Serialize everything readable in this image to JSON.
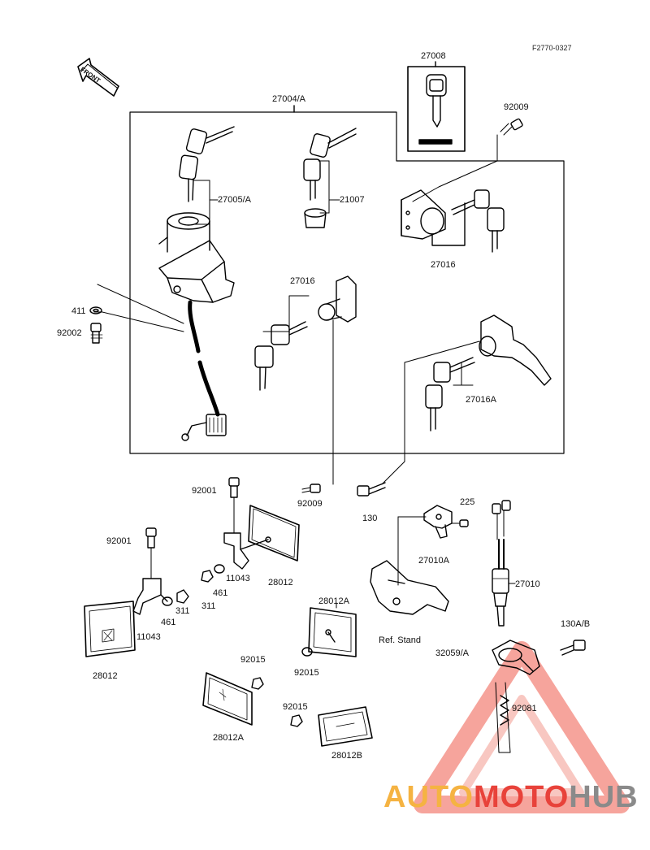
{
  "figure_code": "F2770-0327",
  "front_arrow": "FRONT",
  "parts": {
    "p27004A": "27004/A",
    "p27008": "27008",
    "p92009_top": "92009",
    "p27005A": "27005/A",
    "p21007": "21007",
    "p27016_top": "27016",
    "p411": "411",
    "p92002": "92002",
    "p27016_mid": "27016",
    "p27016A": "27016A",
    "p92001_a": "92001",
    "p92001_b": "92001",
    "p92009_low": "92009",
    "p130": "130",
    "p225": "225",
    "p27010A": "27010A",
    "p27010": "27010",
    "p11043_a": "11043",
    "p28012_a": "28012",
    "p461_a": "461",
    "p311_a": "311",
    "p461_b": "461",
    "p311_b": "311",
    "p11043_b": "11043",
    "p28012_b": "28012",
    "p28012A_a": "28012A",
    "p92015_a": "92015",
    "p92015_b": "92015",
    "p92015_c": "92015",
    "p28012A_b": "28012A",
    "p28012B": "28012B",
    "ref_stand": "Ref. Stand",
    "p130AB": "130A/B",
    "p32059A": "32059/A",
    "p92081": "92081"
  },
  "watermark": {
    "part1": "AUTO",
    "part2": "MOTO",
    "part3": "HUB",
    "color_orange": "#f5b342",
    "color_red": "#e8423a",
    "color_gray": "#8a8a8a"
  }
}
